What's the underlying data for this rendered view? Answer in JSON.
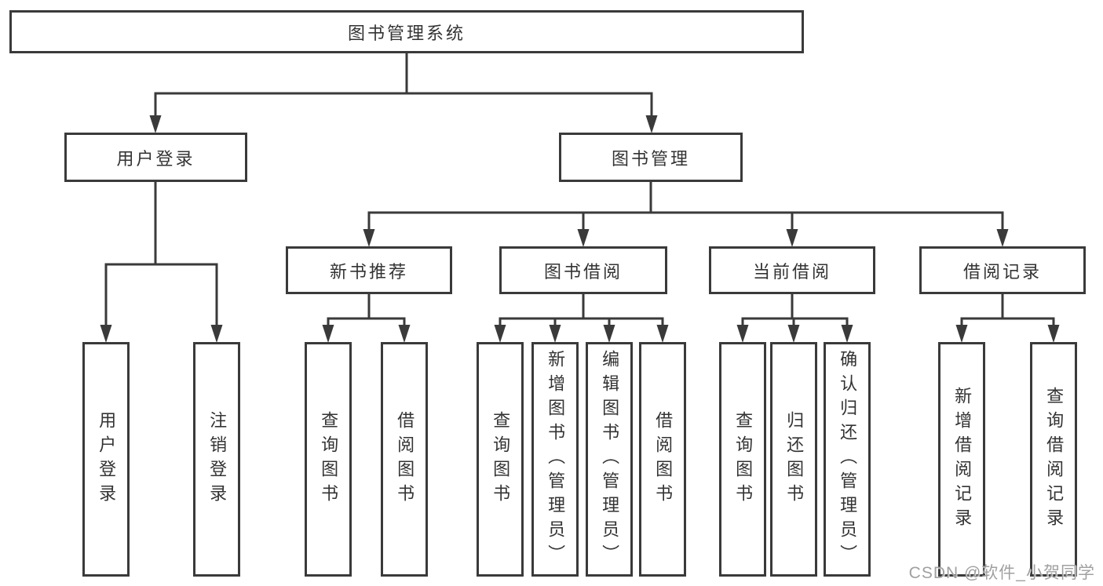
{
  "diagram": {
    "root": {
      "label": "图书管理系统"
    },
    "level2": [
      {
        "label": "用户登录"
      },
      {
        "label": "图书管理"
      }
    ],
    "level3": [
      {
        "label": "新书推荐"
      },
      {
        "label": "图书借阅"
      },
      {
        "label": "当前借阅"
      },
      {
        "label": "借阅记录"
      }
    ],
    "leaves": [
      {
        "label": "用户登录"
      },
      {
        "label": "注销登录"
      },
      {
        "label": "查询图书"
      },
      {
        "label": "借阅图书"
      },
      {
        "label": "查询图书"
      },
      {
        "label": "新增图书（管理员）"
      },
      {
        "label": "编辑图书（管理员）"
      },
      {
        "label": "借阅图书"
      },
      {
        "label": "查询图书"
      },
      {
        "label": "归还图书"
      },
      {
        "label": "确认归还（管理员）"
      },
      {
        "label": "新增借阅记录"
      },
      {
        "label": "查询借阅记录"
      }
    ]
  },
  "watermark": {
    "text": "CSDN @软件_小贺同学"
  },
  "colors": {
    "line": "#3a3a3a",
    "text": "#333333",
    "watermark": "#a0a0a0",
    "background": "#ffffff"
  }
}
